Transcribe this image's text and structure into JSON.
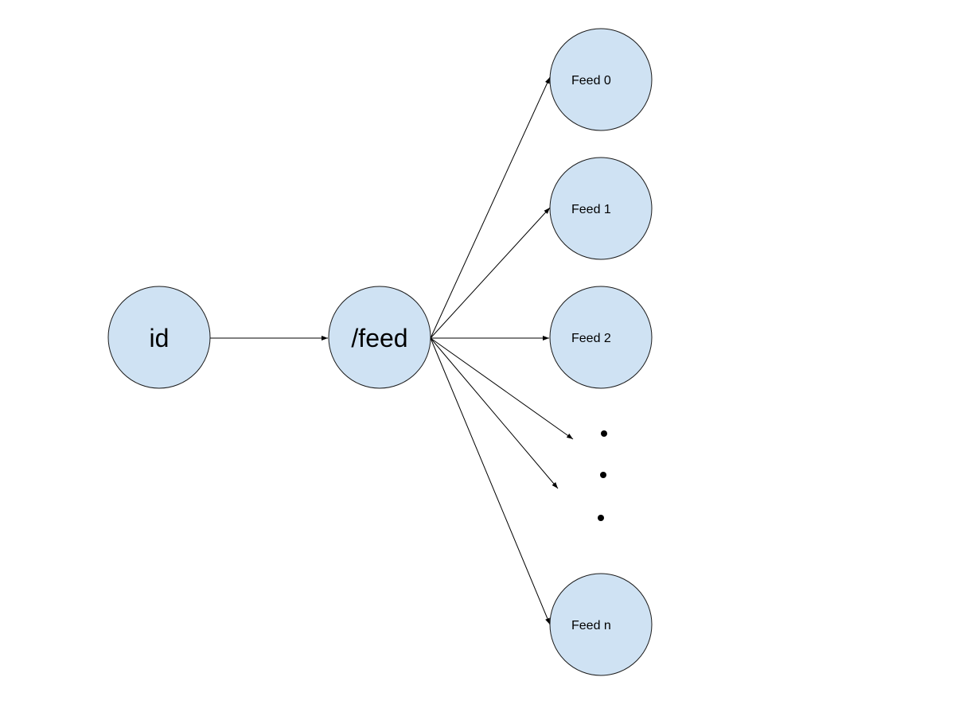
{
  "colors": {
    "node_fill": "#cfe2f3",
    "node_stroke": "#1a1a1a",
    "edge": "#000000"
  },
  "nodes": {
    "id": "id",
    "feed_endpoint": "/feed",
    "feed_0": "Feed 0",
    "feed_1": "Feed 1",
    "feed_2": "Feed 2",
    "feed_n": "Feed n"
  }
}
